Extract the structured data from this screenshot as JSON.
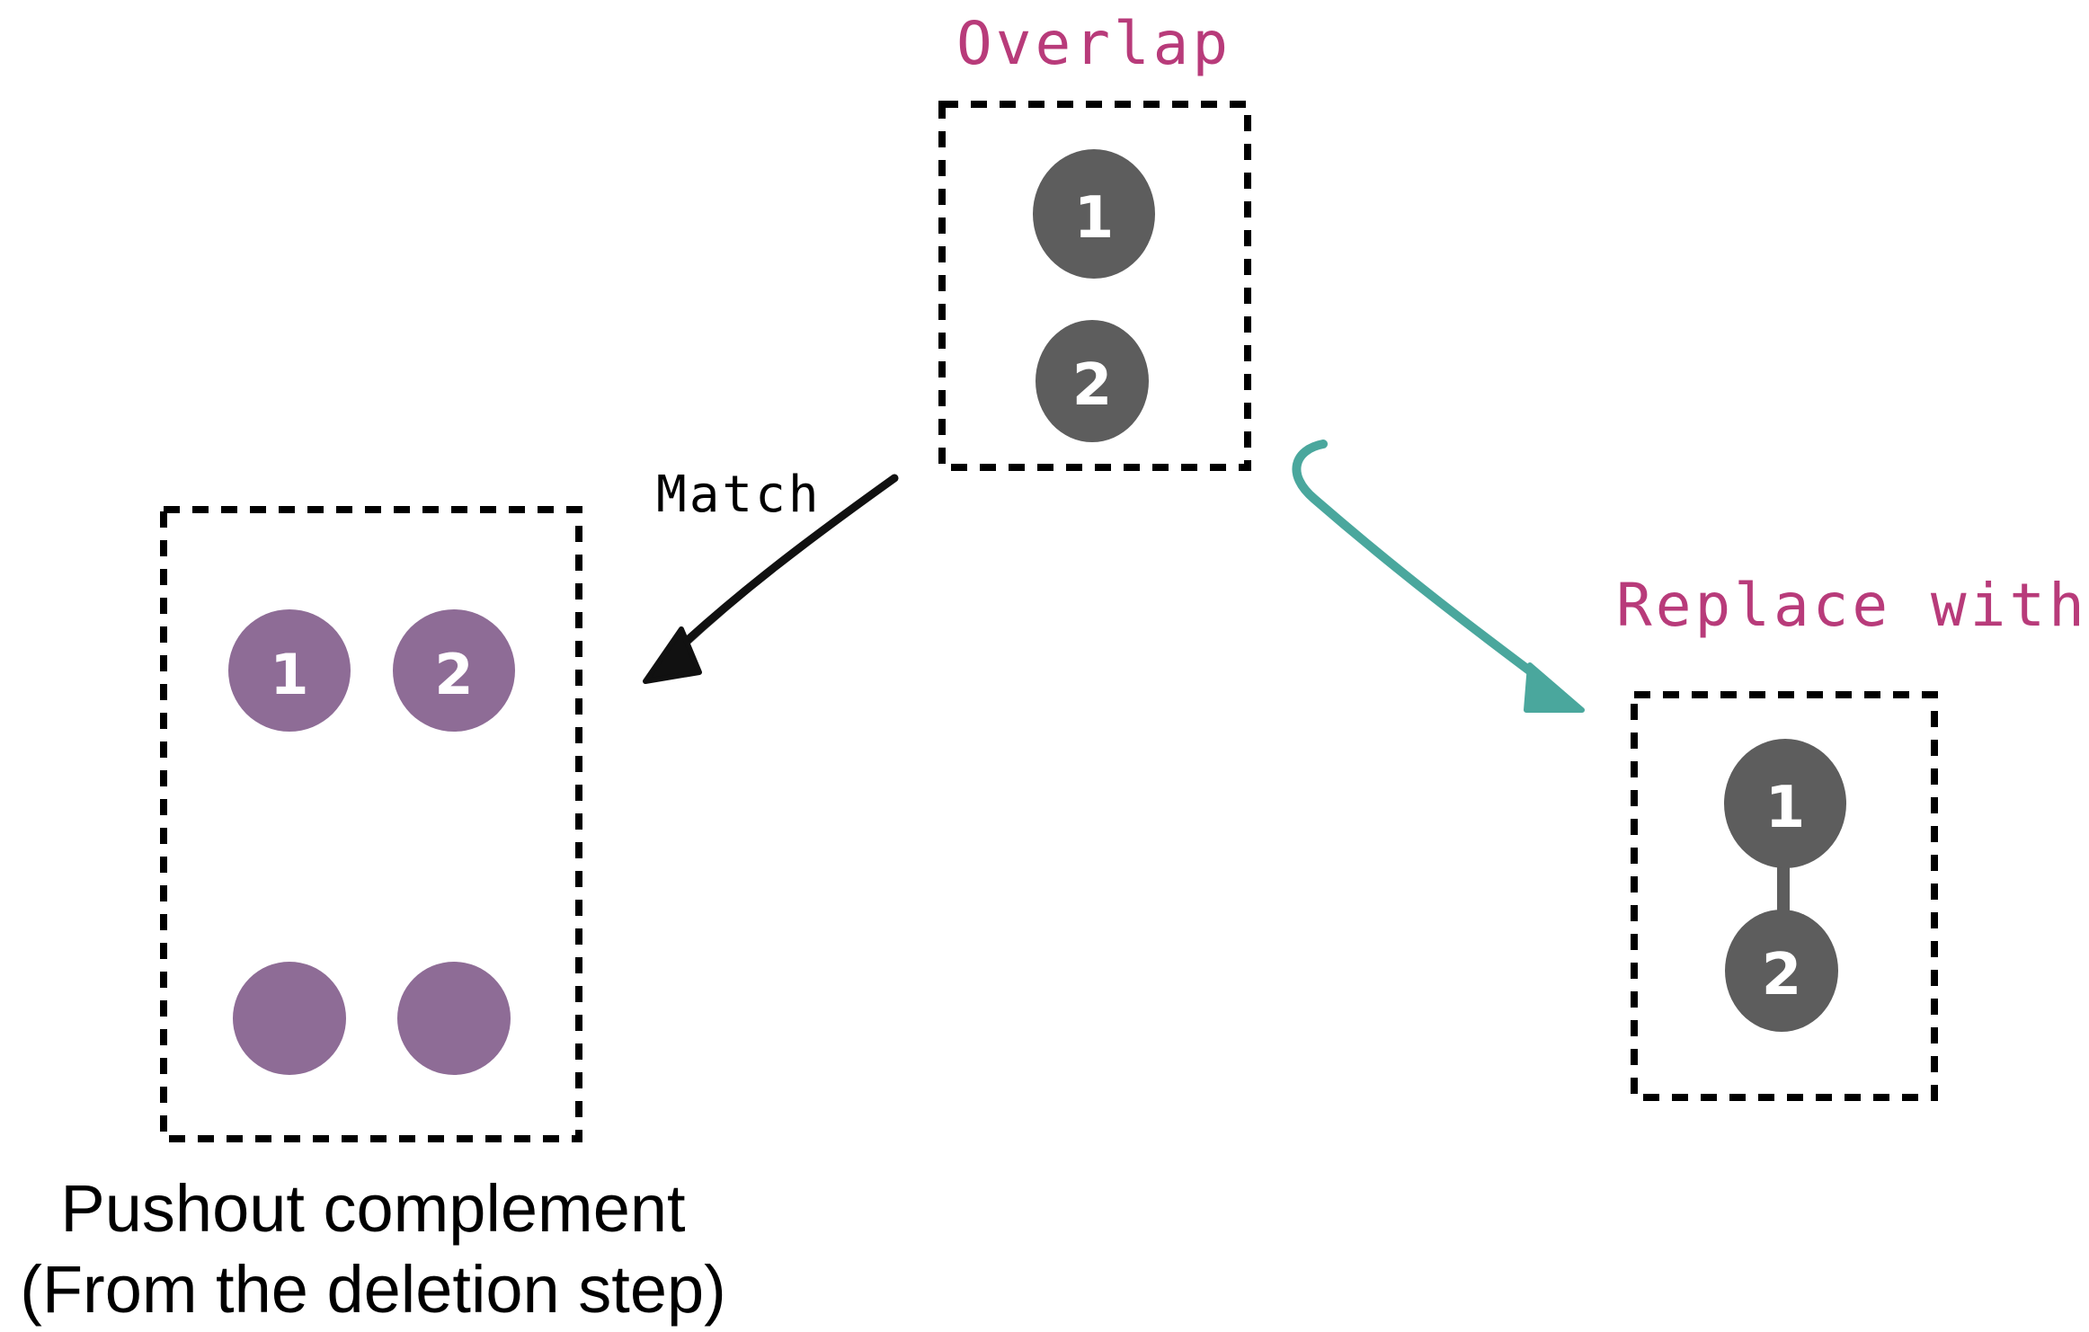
{
  "labels": {
    "overlap": "Overlap",
    "replace_with": "Replace with",
    "match": "Match"
  },
  "caption": {
    "line1": "Pushout complement",
    "line2": "(From the deletion step)"
  },
  "overlap_box": {
    "nodes": [
      "1",
      "2"
    ]
  },
  "pushout_box": {
    "labeled_nodes": [
      "1",
      "2"
    ]
  },
  "replace_box": {
    "nodes": [
      "1",
      "2"
    ]
  },
  "colors": {
    "title_text": "#b83b7a",
    "dark_node": "#5d5d5d",
    "purple_node": "#8e6c96",
    "match_arrow": "#111111",
    "replace_arrow": "#4aa79d",
    "box_border": "#000000",
    "node_text": "#ffffff"
  }
}
